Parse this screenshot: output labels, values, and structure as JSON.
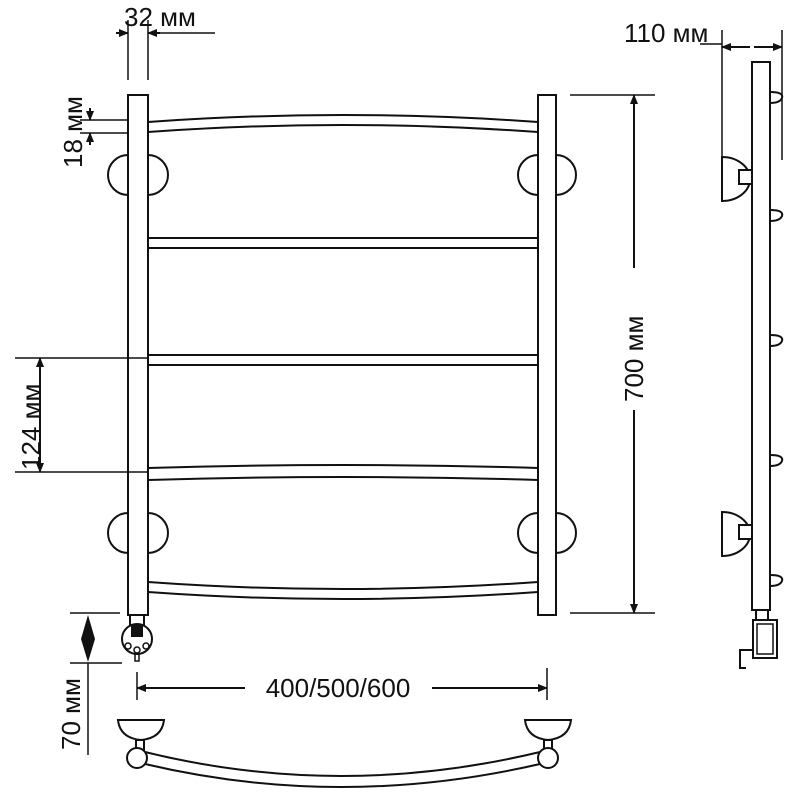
{
  "dimensions": {
    "pipe_width": "32 мм",
    "top_offset": "18 мм",
    "rail_spacing": "124 мм",
    "height": "700 мм",
    "depth": "110 мм",
    "width": "400/500/600",
    "bottom_offset": "70 мм"
  },
  "colors": {
    "line": "#111111",
    "background": "#ffffff"
  }
}
